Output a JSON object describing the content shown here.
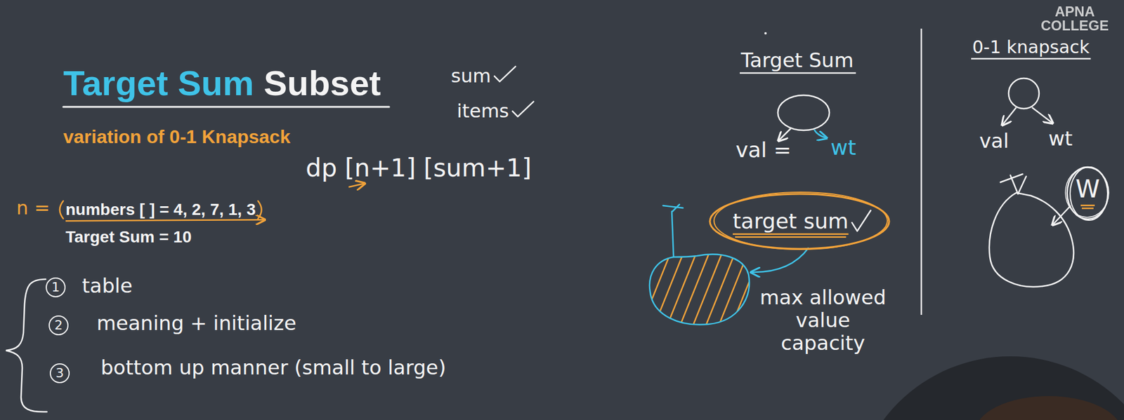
{
  "diagram": {
    "title": "Target Sum Subset",
    "nodes": [
      {
        "text": [
          "1"
        ]
      },
      {
        "text": [
          "2"
        ]
      },
      {
        "text": [
          "3"
        ]
      },
      {
        "text": [
          "target sum"
        ]
      },
      {
        "text": [
          "W"
        ]
      }
    ],
    "labels": [
      "variation of 0-1 Knapsack",
      "sum",
      "items",
      "dp [n+1] [sum+1]",
      "n =",
      "numbers [ ] = 4, 2, 7, 1, 3",
      "Target Sum = 10",
      "table",
      "meaning + initialize",
      "bottom up manner (small to large)",
      "Target Sum",
      "val =",
      "wt",
      "max allowed value capacity",
      "0-1 knapsack",
      "val",
      "wt",
      "APNA COLLEGE"
    ]
  }
}
